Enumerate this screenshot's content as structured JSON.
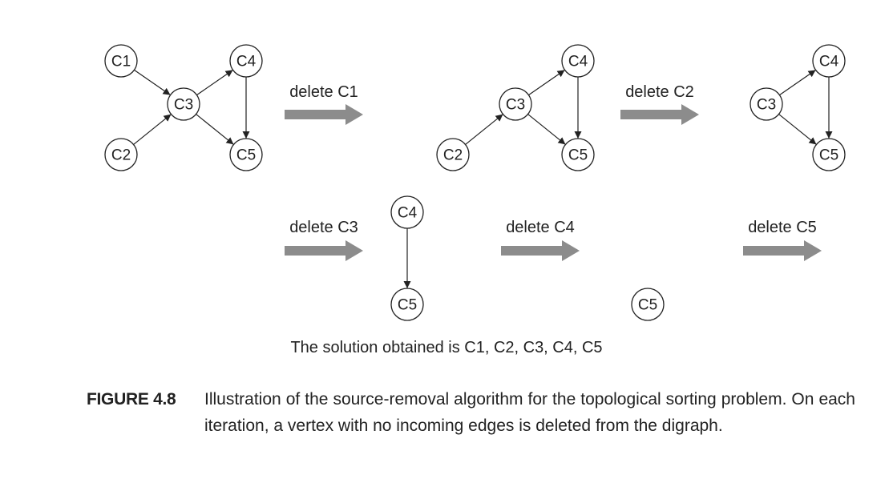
{
  "diagram": {
    "stages": [
      {
        "nodes": [
          "C1",
          "C2",
          "C3",
          "C4",
          "C5"
        ],
        "edges": [
          [
            "C1",
            "C3"
          ],
          [
            "C2",
            "C3"
          ],
          [
            "C3",
            "C4"
          ],
          [
            "C3",
            "C5"
          ],
          [
            "C4",
            "C5"
          ]
        ]
      },
      {
        "nodes": [
          "C2",
          "C3",
          "C4",
          "C5"
        ],
        "edges": [
          [
            "C2",
            "C3"
          ],
          [
            "C3",
            "C4"
          ],
          [
            "C3",
            "C5"
          ],
          [
            "C4",
            "C5"
          ]
        ]
      },
      {
        "nodes": [
          "C3",
          "C4",
          "C5"
        ],
        "edges": [
          [
            "C3",
            "C4"
          ],
          [
            "C3",
            "C5"
          ],
          [
            "C4",
            "C5"
          ]
        ]
      },
      {
        "nodes": [
          "C4",
          "C5"
        ],
        "edges": [
          [
            "C4",
            "C5"
          ]
        ]
      },
      {
        "nodes": [
          "C5"
        ],
        "edges": []
      }
    ],
    "steps": [
      "delete C1",
      "delete C2",
      "delete C3",
      "delete C4",
      "delete C5"
    ]
  },
  "solution_text": "The solution obtained is C1, C2, C3, C4, C5",
  "caption": {
    "label": "FIGURE 4.8",
    "text": "Illustration of the source-removal algorithm for the topological sorting problem. On each iteration, a vertex with no incoming edges is deleted from the digraph."
  },
  "colors": {
    "arrow_fill": "#8c8c8c",
    "ink": "#222222"
  }
}
